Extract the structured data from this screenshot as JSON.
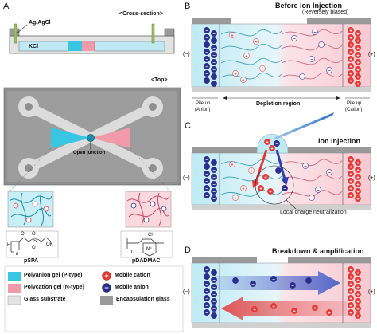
{
  "colors": {
    "p_gel": "#39c6e2",
    "n_gel": "#f39aaa",
    "glass": "#e3e3e3",
    "encap": "#9a9a9a",
    "cation": "#e53935",
    "anion": "#2c2f8f",
    "injection_tip": "#2f7fd0"
  },
  "panel_a": {
    "letter": "A",
    "cross_section_title": "<Cross-section>",
    "electrode_label": "Ag/AgCl",
    "kcl_label": "KCl",
    "top_title": "<Top>",
    "junction_label": "Open junction",
    "pspa_label": "pSPA",
    "pdadmac_label": "pDADMAC",
    "pspa_formula": {
      "group1": "O",
      "group2": "S",
      "group3": "OK",
      "group4": "O",
      "group5": "O",
      "n": "n",
      "h": "H"
    },
    "pdadmac_formula": {
      "ion": "Cl⁻",
      "n": "n",
      "nitrogen": "N⁺"
    }
  },
  "legend": {
    "items": [
      {
        "icon": "p-gel-swatch",
        "label": "Polyanion gel (P-type)"
      },
      {
        "icon": "cation-symbol",
        "label": "Mobile cation"
      },
      {
        "icon": "n-gel-swatch",
        "label": "Polycation gel (N-type)"
      },
      {
        "icon": "anion-symbol",
        "label": "Mobile anion"
      },
      {
        "icon": "glass-swatch",
        "label": "Glass substrate"
      },
      {
        "icon": "encap-swatch",
        "label": "Encapsulation glass"
      }
    ]
  },
  "panel_b": {
    "letter": "B",
    "title": "Before ion Injection",
    "subtitle": "(Reversely biased)",
    "left_sign": "(−)",
    "right_sign": "(+)",
    "pileup_anion_line1": "Pile up",
    "pileup_anion_line2": "(Anion)",
    "depletion_label": "Depletion region",
    "pileup_cation_line1": "Pile up",
    "pileup_cation_line2": "(Cation)"
  },
  "panel_c": {
    "letter": "C",
    "title": "Ion injection",
    "left_sign": "(−)",
    "right_sign": "(+)",
    "neutralization_label": "Local charge neutralization"
  },
  "panel_d": {
    "letter": "D",
    "title": "Breakdown & amplification",
    "left_sign": "(−)",
    "right_sign": "(+)"
  }
}
